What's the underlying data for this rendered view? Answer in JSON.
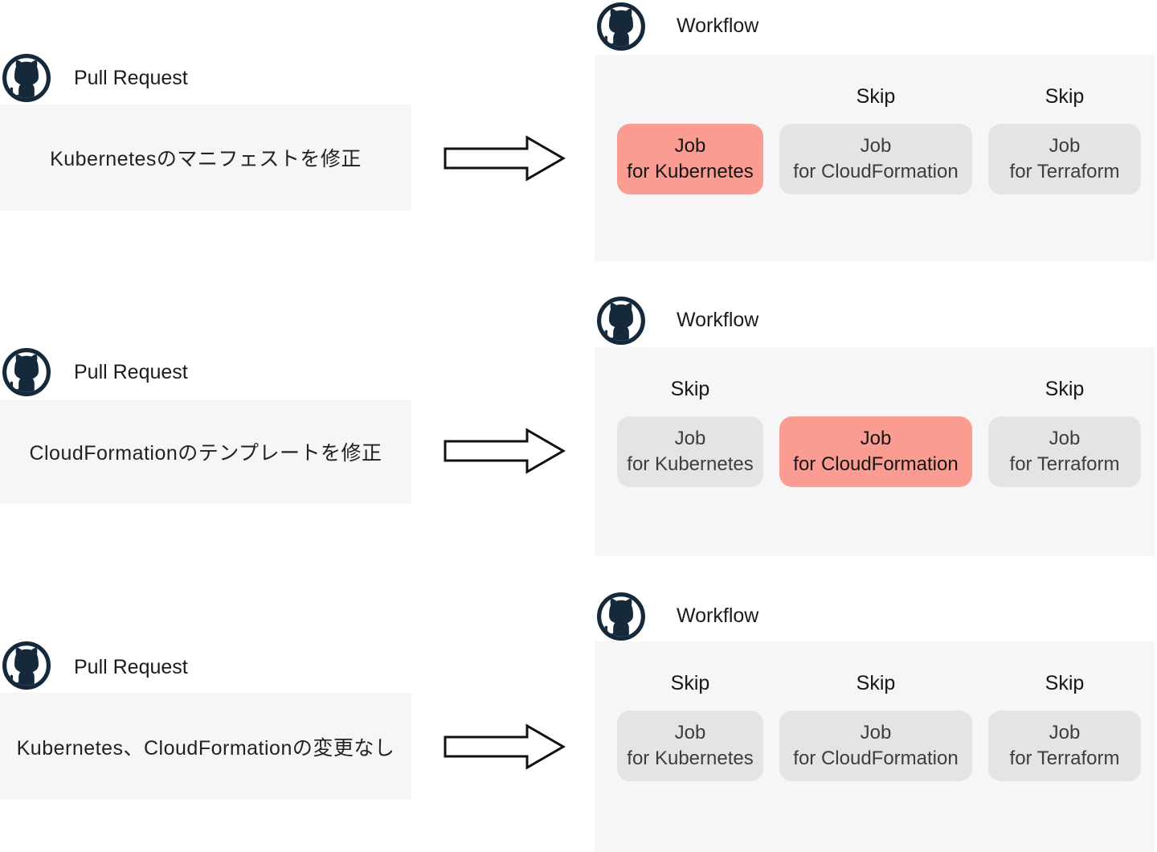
{
  "colors": {
    "navy": "#15293A",
    "salmon": "#FA9C92",
    "gray_box": "#E4E4E4",
    "panel_bg": "#F6F6F6",
    "text": "#1C1C1C"
  },
  "labels": {
    "pull_request": "Pull Request",
    "workflow": "Workflow",
    "skip": "Skip"
  },
  "rows": [
    {
      "pull_request_text": "Kubernetesのマニフェストを修正",
      "jobs": [
        {
          "line1": "Job",
          "line2": "for Kubernetes",
          "status": "run"
        },
        {
          "line1": "Job",
          "line2": "for CloudFormation",
          "status": "skip"
        },
        {
          "line1": "Job",
          "line2": "for Terraform",
          "status": "skip"
        }
      ]
    },
    {
      "pull_request_text": "CloudFormationのテンプレートを修正",
      "jobs": [
        {
          "line1": "Job",
          "line2": "for Kubernetes",
          "status": "skip"
        },
        {
          "line1": "Job",
          "line2": "for CloudFormation",
          "status": "run"
        },
        {
          "line1": "Job",
          "line2": "for Terraform",
          "status": "skip"
        }
      ]
    },
    {
      "pull_request_text": "Kubernetes、CloudFormationの変更なし",
      "jobs": [
        {
          "line1": "Job",
          "line2": "for Kubernetes",
          "status": "skip"
        },
        {
          "line1": "Job",
          "line2": "for CloudFormation",
          "status": "skip"
        },
        {
          "line1": "Job",
          "line2": "for Terraform",
          "status": "skip"
        }
      ]
    }
  ]
}
